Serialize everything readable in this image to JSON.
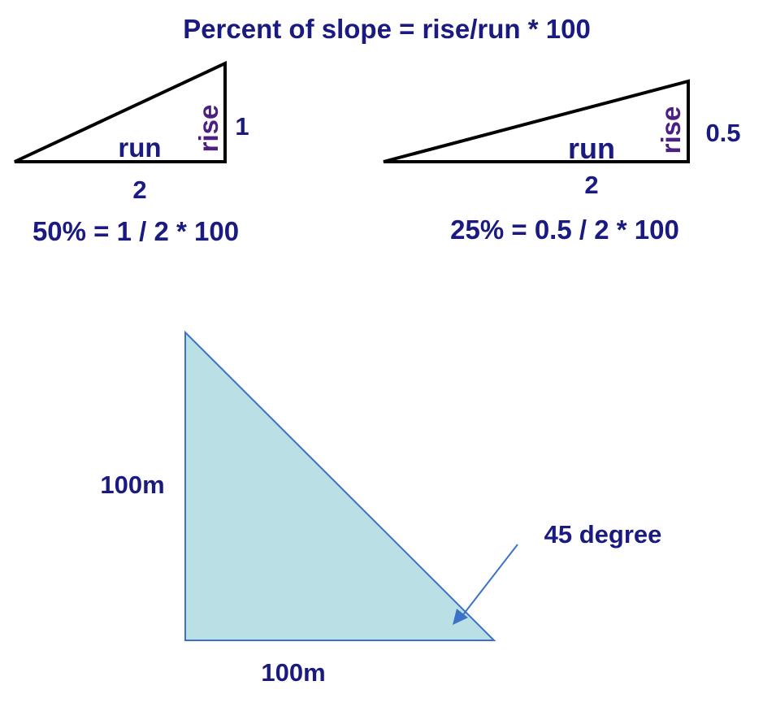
{
  "colors": {
    "text": "#1a1a80",
    "rise_text": "#4b2080",
    "outline": "#000000",
    "fill": "#badfe4",
    "fill_stroke": "#3c72c6"
  },
  "title": "Percent of slope = rise/run * 100",
  "example1": {
    "run_label": "run",
    "rise_label": "rise",
    "rise_value": "1",
    "run_value": "2",
    "formula": "50% = 1 / 2 * 100"
  },
  "example2": {
    "run_label": "run",
    "rise_label": "rise",
    "rise_value": "0.5",
    "run_value": "2",
    "formula": "25% = 0.5 / 2 * 100"
  },
  "example3": {
    "height_label": "100m",
    "base_label": "100m",
    "angle_label": "45 degree"
  }
}
